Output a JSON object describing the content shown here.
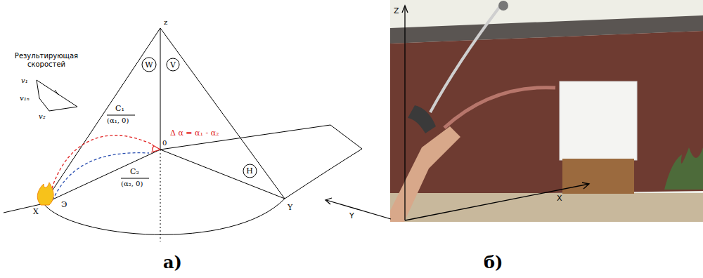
{
  "diagram": {
    "nodes": [
      {
        "text": [
          "W"
        ]
      },
      {
        "text": [
          "V"
        ]
      },
      {
        "text": [
          "H"
        ]
      }
    ],
    "labels": [
      "Результирующая скоростей",
      "v₁",
      "v₁ₙ",
      "v₂",
      "z",
      "C₁",
      "(α₁, 0)",
      "Δ α = α₁ - α₂",
      "0",
      "C₂",
      "(α₂, 0)",
      "X",
      "Э",
      "Y",
      "Y",
      "Z",
      "X",
      "а)",
      "б)"
    ]
  }
}
